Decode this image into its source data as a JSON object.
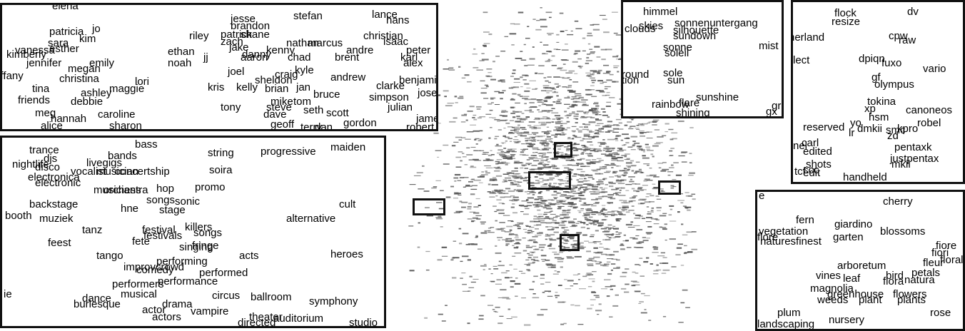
{
  "colors": {
    "ink": "#000000",
    "frame": "#111111",
    "dash": "#555555"
  },
  "panels": [
    {
      "id": "names",
      "words": [
        "elena",
        "patricia",
        "jo",
        "sara",
        "kim",
        "vanessa",
        "esther",
        "kimberly",
        "jennifer",
        "megan",
        "emily",
        "tiffany",
        "christina",
        "maggie",
        "lori",
        "tina",
        "ashley",
        "friends",
        "debbie",
        "meg",
        "hannah",
        "caroline",
        "alice",
        "sharon",
        "jesse",
        "brandon",
        "stefan",
        "lance",
        "hans",
        "patrick",
        "shane",
        "riley",
        "zach",
        "jake",
        "nathan",
        "marcus",
        "christian",
        "isaac",
        "ethan",
        "jj",
        "danny",
        "kenny",
        "andre",
        "peter",
        "noah",
        "aaron",
        "chad",
        "brent",
        "karl",
        "alex",
        "joel",
        "craig",
        "kyle",
        "andrew",
        "benjamin",
        "kris",
        "kelly",
        "brian",
        "jan",
        "clarke",
        "jose",
        "sheldon",
        "bruce",
        "simpson",
        "tony",
        "mike",
        "tom",
        "seth",
        "scott",
        "julian",
        "dave",
        "steve",
        "geoff",
        "gordon",
        "james",
        "terry",
        "dan",
        "robert"
      ]
    },
    {
      "id": "music",
      "words": [
        "bass",
        "trance",
        "djs",
        "bands",
        "string",
        "progressive",
        "maiden",
        "nightlife",
        "disco",
        "livegigs",
        "vocalist",
        "soira",
        "electronica",
        "musician",
        "concertship",
        "electronic",
        "musicians",
        "orchestra",
        "hop",
        "promo",
        "backstage",
        "songs",
        "sonic",
        "cult",
        "booth",
        "muziek",
        "hne",
        "stage",
        "alternative",
        "tanz",
        "festival",
        "killers",
        "festivals",
        "songs",
        "feest",
        "fete",
        "singing",
        "fringe",
        "tango",
        "performing",
        "acts",
        "heroes",
        "improvcrowd",
        "comedy",
        "performed",
        "performers",
        "performance",
        "ie",
        "dance",
        "musical",
        "circus",
        "ballroom",
        "symphony",
        "burlesque",
        "drama",
        "actor",
        "vampire",
        "actors",
        "directed",
        "theater",
        "auditorium",
        "studio"
      ]
    },
    {
      "id": "sky",
      "words": [
        "himmel",
        "sonnenuntergang",
        "clouds",
        "skies",
        "silhouette",
        "sundown",
        "sonne",
        "soleil",
        "mist",
        "round",
        "tion",
        "sole",
        "sun",
        "sunshine",
        "rainbow",
        "flare",
        "shining",
        "gr",
        "gx"
      ]
    },
    {
      "id": "camera",
      "words": [
        "flock",
        "dv",
        "resize",
        "nerland",
        "cpw",
        "raw",
        "lect",
        "dpiqn",
        "fuxo",
        "vario",
        "gf",
        "olympus",
        "tokina",
        "xp",
        "canoneos",
        "hsm",
        "robel",
        "reserved",
        "yo",
        "dmkii",
        "smc",
        "kpro",
        "zd",
        "lr",
        "pentaxk",
        "nel",
        "carl",
        "edited",
        "justpentax",
        "mkii",
        "shots",
        "tcf",
        "ccc",
        "handheld",
        "edit"
      ]
    },
    {
      "id": "garden",
      "words": [
        "e",
        "cherry",
        "fern",
        "giardino",
        "vegetation",
        "blossoms",
        "flore",
        "garten",
        "naturesfinest",
        "fiore",
        "fiori",
        "fleur",
        "floral",
        "arboretum",
        "vines",
        "leaf",
        "bird",
        "petals",
        "natura",
        "flora",
        "magnolia",
        "greenhouse",
        "weeds",
        "plant",
        "flowers",
        "plants",
        "plum",
        "rose",
        "landscaping",
        "nursery"
      ]
    }
  ]
}
